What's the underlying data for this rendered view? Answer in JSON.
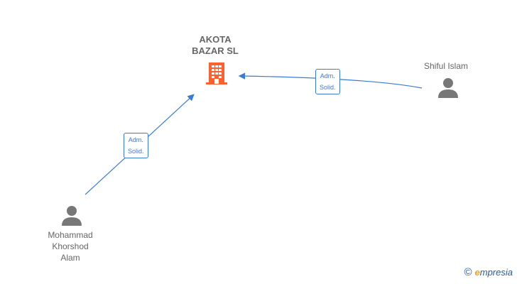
{
  "company": {
    "name_line1": "AKOTA",
    "name_line2": "BAZAR  SL",
    "icon": "building-icon",
    "color": "#ff6030"
  },
  "persons": [
    {
      "id": "shiful",
      "name": "Shiful Islam",
      "icon": "person-icon"
    },
    {
      "id": "mohammad",
      "name_lines": [
        "Mohammad",
        "Khorshod",
        "Alam"
      ],
      "icon": "person-icon"
    }
  ],
  "relations": [
    {
      "from": "shiful",
      "to": "company",
      "label_line1": "Adm.",
      "label_line2": "Solid."
    },
    {
      "from": "mohammad",
      "to": "company",
      "label_line1": "Adm.",
      "label_line2": "Solid."
    }
  ],
  "colors": {
    "edge": "#3a7bd5",
    "person": "#777777",
    "text": "#666666"
  },
  "footer": {
    "copyright_symbol": "©",
    "brand_initial": "e",
    "brand_rest": "mpresia"
  }
}
